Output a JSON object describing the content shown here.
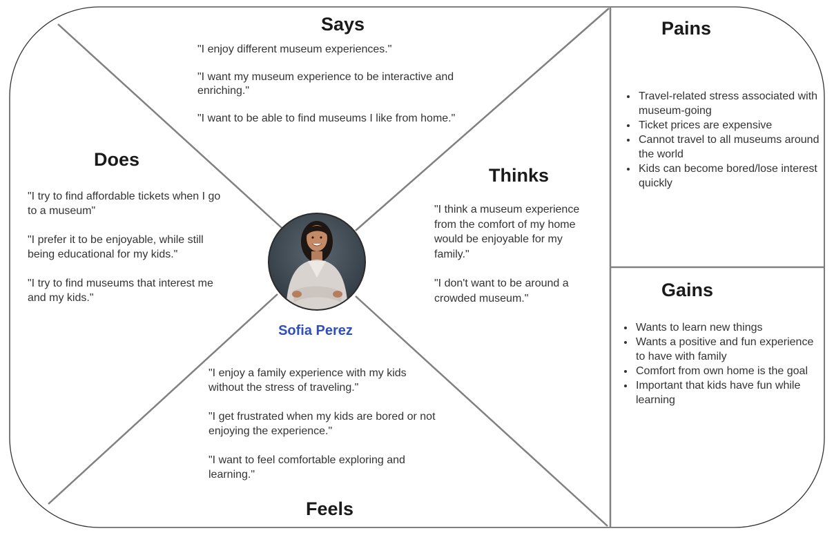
{
  "persona": {
    "name": "Sofia Perez",
    "avatar_icon": "woman-portrait-icon"
  },
  "says": {
    "heading": "Says",
    "quotes": [
      "\"I enjoy different museum experiences.\"",
      "\"I want my museum experience to be interactive and enriching.\"",
      "\"I want to be able to find museums I like from home.\""
    ]
  },
  "does": {
    "heading": "Does",
    "quotes": [
      "\"I try to find affordable tickets when I go to a museum\"",
      "\"I prefer it to be enjoyable, while still being educational for my kids.\"",
      "\"I try to find museums that interest me and my kids.\""
    ]
  },
  "thinks": {
    "heading": "Thinks",
    "quotes": [
      "\"I think a museum experience\nfrom the comfort of my home would be enjoyable for my family.\"",
      "\"I don't want to be around a crowded museum.\""
    ]
  },
  "feels": {
    "heading": "Feels",
    "quotes": [
      "\"I enjoy a family experience with my kids without the stress of traveling.\"",
      "\"I get frustrated when my kids are bored or not enjoying the experience.\"",
      "\"I want to feel comfortable exploring and learning.\""
    ]
  },
  "pains": {
    "heading": "Pains",
    "items": [
      "Travel-related stress associated with museum-going",
      "Ticket prices are expensive",
      "Cannot travel to all museums around the world",
      "Kids can become bored/lose interest quickly"
    ]
  },
  "gains": {
    "heading": "Gains",
    "items": [
      "Wants to learn new things",
      "Wants a positive and fun experience to have with family",
      "Comfort from own home is the goal",
      "Important that kids have fun while learning"
    ]
  },
  "colors": {
    "outline": "#333333",
    "divider": "#808080",
    "name_accent": "#2e4fbf"
  }
}
